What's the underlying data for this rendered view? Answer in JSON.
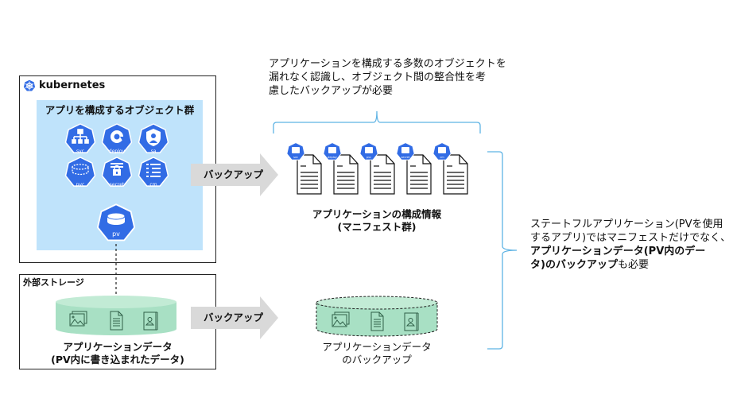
{
  "kubernetes": {
    "logo_label": "kubernetes",
    "group_title": "アプリを構成するオブジェクト群",
    "objects": [
      {
        "label": "svc",
        "icon": "service-icon"
      },
      {
        "label": "deploy",
        "icon": "deploy-icon"
      },
      {
        "label": "sa",
        "icon": "service-account-icon"
      },
      {
        "label": "pvc",
        "icon": "pvc-icon"
      },
      {
        "label": "secret",
        "icon": "secret-icon"
      },
      {
        "label": "cm",
        "icon": "configmap-icon"
      }
    ],
    "pv_label": "pv"
  },
  "external_storage": {
    "title": "外部ストレージ",
    "caption_line1": "アプリケーションデータ",
    "caption_line2": "(PV内に書き込まれたデータ)"
  },
  "arrows": {
    "top_label": "バックアップ",
    "bottom_label": "バックアップ"
  },
  "manifest_backup": {
    "docs": [
      {
        "icon_label": "svc"
      },
      {
        "icon_label": "deploy"
      },
      {
        "icon_label": "pvc"
      },
      {
        "icon_label": "secret"
      },
      {
        "icon_label": "cm"
      }
    ],
    "caption_line1": "アプリケーションの構成情報",
    "caption_line2": "(マニフェスト群)"
  },
  "data_backup": {
    "caption_line1": "アプリケーションデータ",
    "caption_line2": "のバックアップ"
  },
  "notes": {
    "top_line1": "アプリケーションを構成する多数のオブジェクトを",
    "top_line2": "漏れなく認識し、オブジェクト間の整合性を考",
    "top_line3": "慮したバックアップが必要",
    "right_line1": "ステートフルアプリケーション(PVを使用",
    "right_line2": "するアプリ)ではマニフェストだけでなく、",
    "right_line3_bold": "アプリケーションデータ(PV内のデー",
    "right_line4_bold": "タ)のバックアップ",
    "right_line4_rest": "も必要"
  },
  "colors": {
    "k8s_blue": "#326ce5",
    "panel_blue": "#bfe3fb",
    "storage_green": "#a8e0c4",
    "arrow_gray": "#d9d9d9",
    "brace_blue": "#5eb3e4"
  }
}
